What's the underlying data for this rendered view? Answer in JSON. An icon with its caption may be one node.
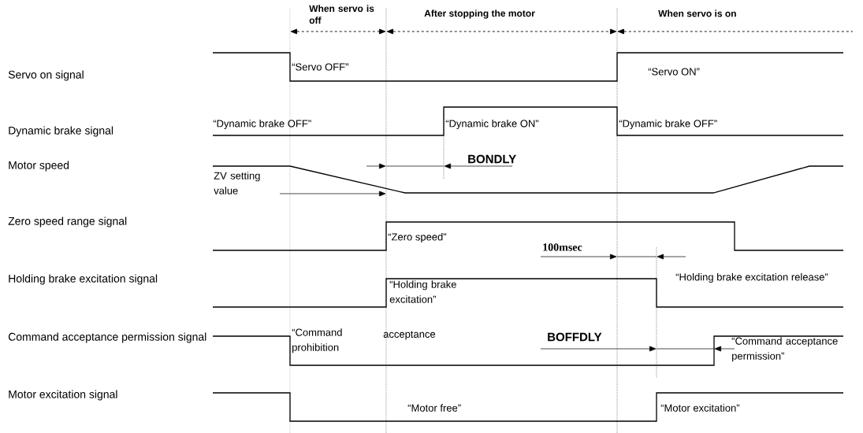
{
  "diagram": {
    "labels": [
      "When servo is off",
      "After stopping the motor",
      "When servo is on",
      "Servo on signal",
      "“Servo OFF”",
      "“Servo ON”",
      "Dynamic brake signal",
      "“Dynamic brake OFF”",
      "“Dynamic brake ON”",
      "“Dynamic brake OFF”",
      "BONDLY",
      "Motor speed",
      "ZV setting value",
      "Zero speed range signal",
      "“Zero speed”",
      "100msec",
      "Holding brake excitation signal",
      "“Holding brake excitation”",
      "“Holding brake excitation release”",
      "Command acceptance permission signal",
      "“Command prohibition",
      "acceptance",
      "BOFFDLY",
      "“Command acceptance permission”",
      "Motor excitation signal",
      "“Motor free”",
      "“Motor excitation”"
    ]
  }
}
